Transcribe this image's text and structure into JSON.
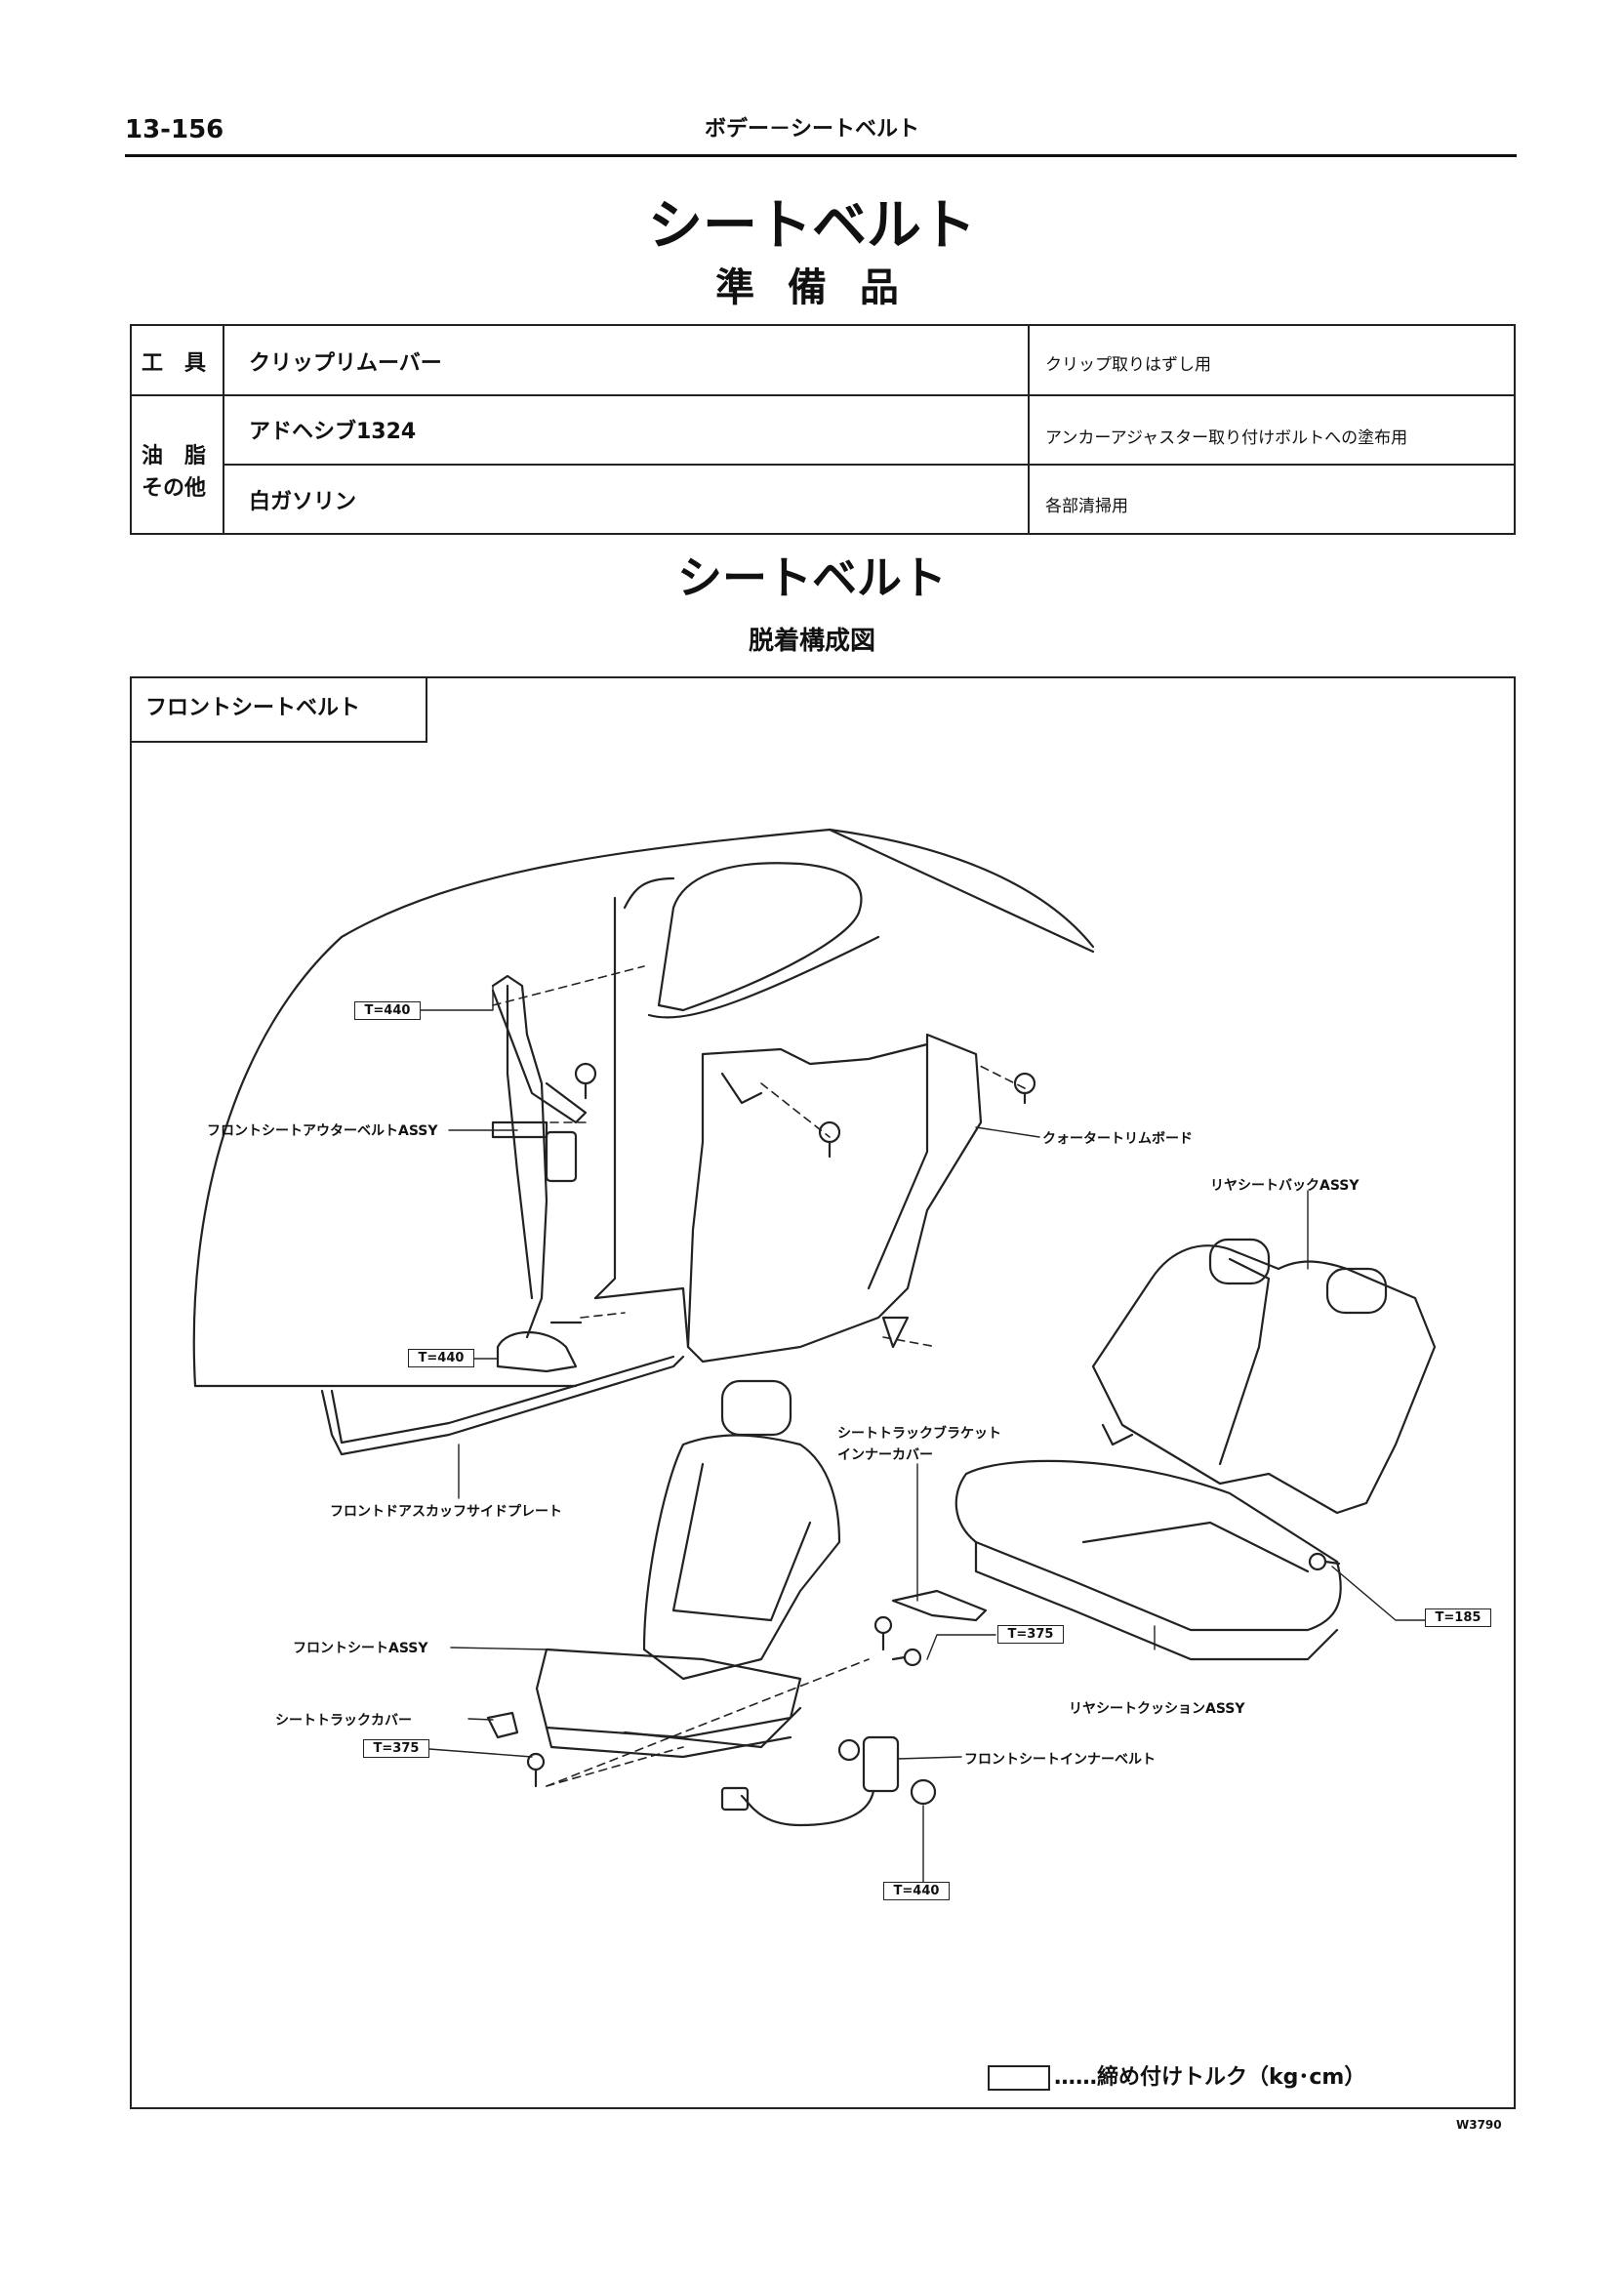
{
  "header": {
    "page_number": "13-156",
    "section": "ボデー－シートベルト"
  },
  "title": "シートベルト",
  "prep_heading": "準 備 品",
  "prep_table": {
    "tools_label": "工　具",
    "oils_label_1": "油　脂",
    "oils_label_2": "その他",
    "rows": [
      {
        "item": "クリップリムーバー",
        "use": "クリップ取りはずし用"
      },
      {
        "item": "アドヘシブ1324",
        "use": "アンカーアジャスター取り付けボルトへの塗布用"
      },
      {
        "item": "白ガソリン",
        "use": "各部清掃用"
      }
    ]
  },
  "section_title": "シートベルト",
  "diagram_heading": "脱着構成図",
  "diagram": {
    "tab": "フロントシートベルト",
    "labels": {
      "outer_belt": "フロントシートアウターベルトASSY",
      "quarter_trim": "クォータートリムボード",
      "rear_back": "リヤシートバックASSY",
      "scuff_plate": "フロントドアスカッフサイドプレート",
      "bracket_cover_1": "シートトラックブラケット",
      "bracket_cover_2": "インナーカバー",
      "front_seat": "フロントシートASSY",
      "track_cover": "シートトラックカバー",
      "inner_belt": "フロントシートインナーベルト",
      "rear_cushion": "リヤシートクッションASSY"
    },
    "torques": {
      "t1": "T=440",
      "t2": "T=440",
      "t3": "T=185",
      "t4": "T=375",
      "t5": "T=375",
      "t6": "T=440"
    },
    "legend": "……締め付けトルク（kg･cm）"
  },
  "figure_code": "W3790"
}
